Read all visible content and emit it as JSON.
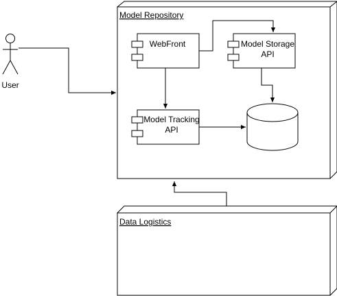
{
  "actor": {
    "label": "User"
  },
  "nodes": [
    {
      "id": "model-repository",
      "label": "Model Repository"
    },
    {
      "id": "data-logistics",
      "label": "Data Logistics"
    }
  ],
  "components": [
    {
      "id": "webfront",
      "label": "WebFront"
    },
    {
      "id": "model-storage-api",
      "line1": "Model Storage",
      "line2": "API"
    },
    {
      "id": "model-tracking-api",
      "line1": "Model Tracking",
      "line2": "API"
    }
  ],
  "database": {
    "label": ""
  }
}
